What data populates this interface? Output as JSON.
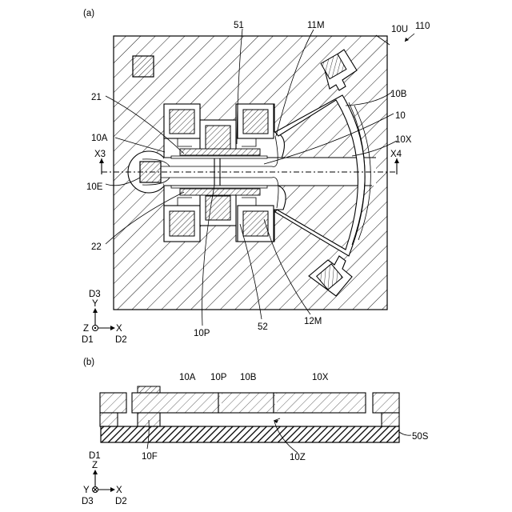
{
  "panel_a": {
    "panel_label": "(a)",
    "labels": {
      "device": "110",
      "top_side": "10U",
      "wiring_b": "51",
      "member_11m": "11M",
      "part_10b": "10B",
      "part_10": "10",
      "part_10x": "10X",
      "axis_x4": "X4",
      "axis_x3": "X3",
      "part_21": "21",
      "part_10a": "10A",
      "part_10e": "10E",
      "part_22": "22",
      "part_10p": "10P",
      "wiring_52": "52",
      "member_12m": "12M"
    },
    "axes": {
      "y": "Y",
      "x": "X",
      "z": "Z",
      "d1": "D1",
      "d2": "D2",
      "d3": "D3"
    }
  },
  "panel_b": {
    "panel_label": "(b)",
    "labels": {
      "part_10a": "10A",
      "part_10p": "10P",
      "part_10b": "10B",
      "part_10x": "10X",
      "substrate": "50S",
      "gap": "10Z",
      "fixed": "10F"
    },
    "axes": {
      "z": "Z",
      "y": "Y",
      "x": "X",
      "d1": "D1",
      "d2": "D2",
      "d3": "D3"
    }
  }
}
